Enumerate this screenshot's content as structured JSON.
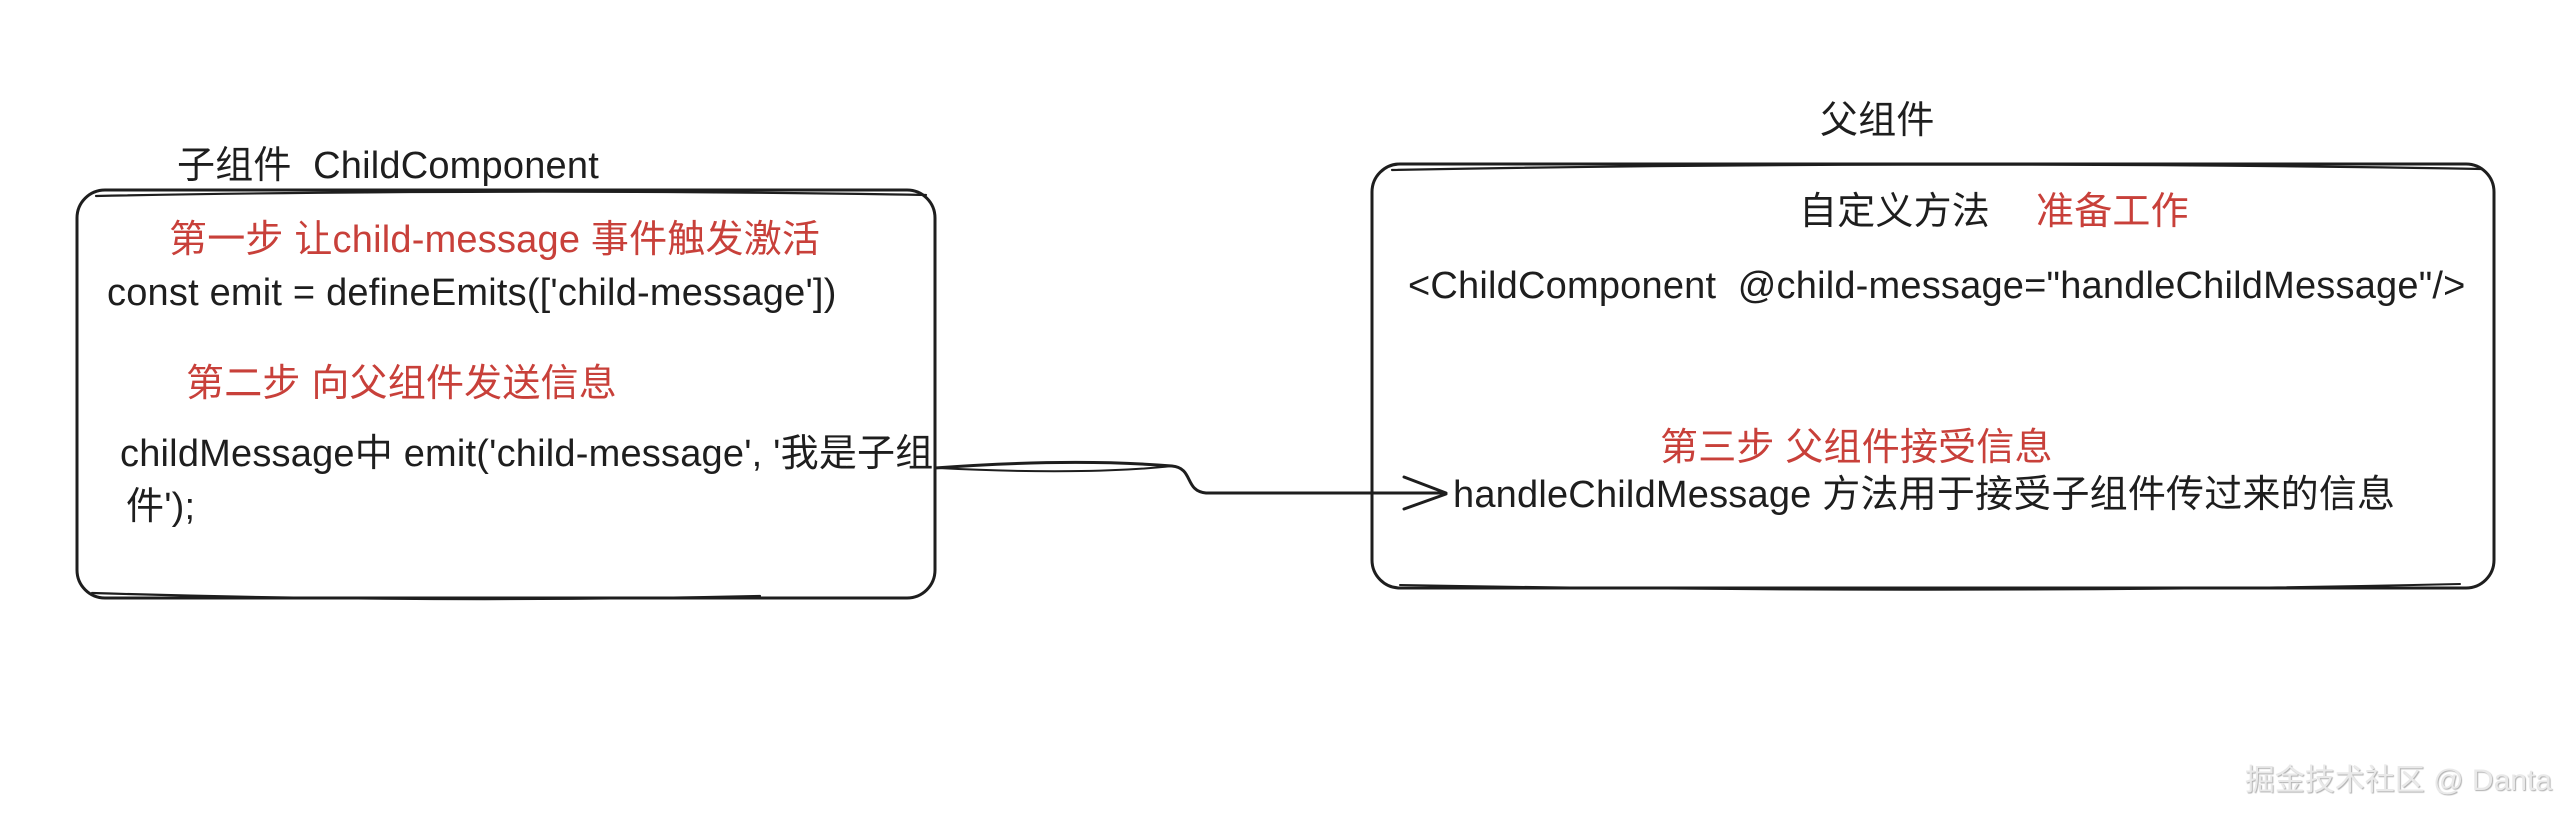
{
  "colors": {
    "ink": "#1e1e1e",
    "accent_red": "#c8403a",
    "watermark_gray": "#e9e9e9",
    "background": "#ffffff"
  },
  "child_box": {
    "title": "子组件  ChildComponent",
    "step1_label": "第一步 让child-message 事件触发激活",
    "code_define_emits": "const emit = defineEmits(['child-message'])",
    "step2_label": "第二步 向父组件发送信息",
    "emit_call_line1": "childMessage中 emit('child-message', '我是子组",
    "emit_call_line2": "件');"
  },
  "parent_box": {
    "title": "父组件",
    "custom_method_label": "自定义方法",
    "prep_label": "准备工作",
    "code_template": "<ChildComponent  @child-message=\"handleChildMessage\"/>",
    "step3_label": "第三步 父组件接受信息",
    "handler_description": "handleChildMessage 方法用于接受子组件传过来的信息"
  },
  "connector": {
    "meaning": "child emit event flows to parent handler"
  },
  "watermark": "掘金技术社区 @ Danta"
}
